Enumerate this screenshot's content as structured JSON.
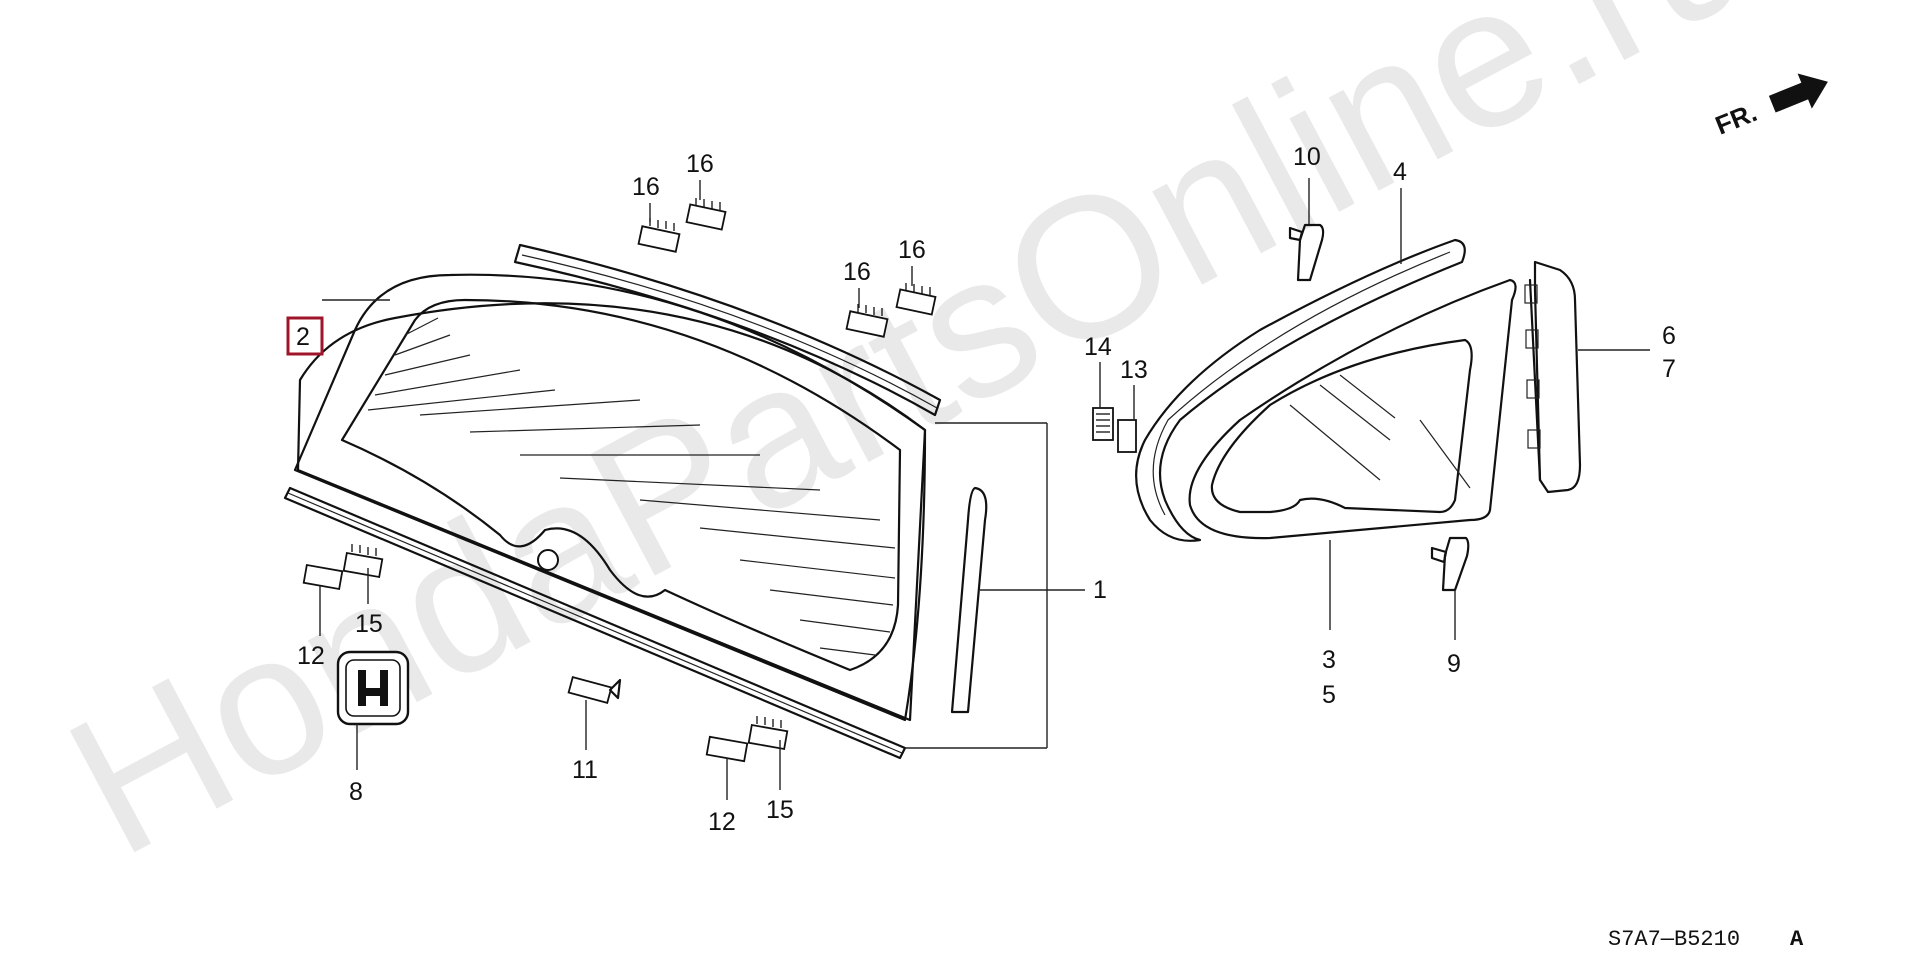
{
  "watermark": "HondaPartsOnline.ru",
  "direction_indicator": "FR.",
  "diagram_code": "S7A7—B5210",
  "diagram_code_suffix": "A",
  "highlighted_part": "2",
  "callouts": {
    "c1": "1",
    "c2": "2",
    "c3": "3",
    "c4": "4",
    "c5": "5",
    "c6": "6",
    "c7": "7",
    "c8": "8",
    "c9": "9",
    "c10": "10",
    "c11": "11",
    "c12a": "12",
    "c12b": "12",
    "c13": "13",
    "c14": "14",
    "c15a": "15",
    "c15b": "15",
    "c16a": "16",
    "c16b": "16",
    "c16c": "16",
    "c16d": "16"
  },
  "colors": {
    "highlight_box": "#a0142a",
    "ink": "#111111",
    "watermark": "#e9e9e9"
  }
}
